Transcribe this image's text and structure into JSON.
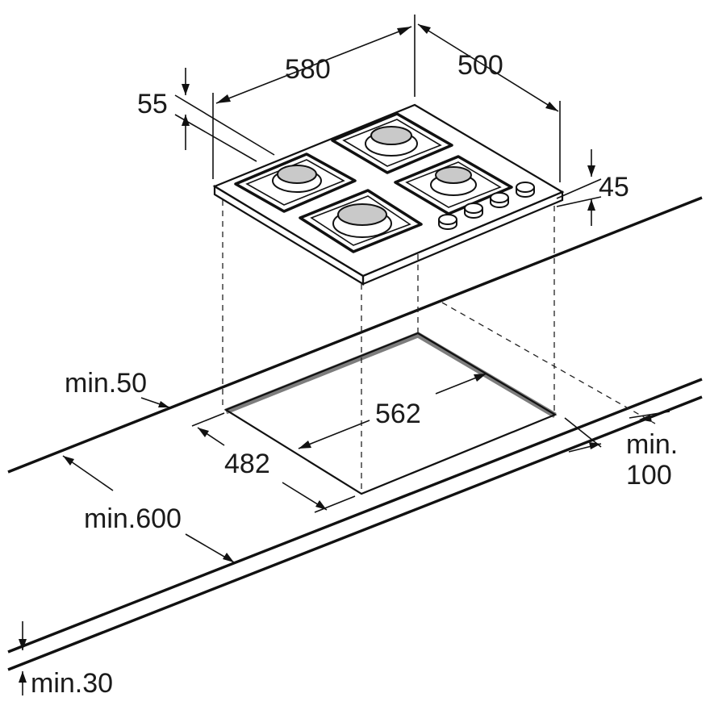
{
  "dimensions": {
    "width_580": "580",
    "depth_500": "500",
    "top_55": "55",
    "height_45": "45",
    "cutout_562": "562",
    "cutout_482": "482",
    "min_50": "min.50",
    "min_600": "min.600",
    "min_100_line1": "min.",
    "min_100_line2": "100",
    "min_30": "min.30"
  },
  "colors": {
    "line": "#111111",
    "cutout_edge": "#7d7d7d",
    "burner_cap": "#c9c9c9",
    "background": "#ffffff"
  }
}
